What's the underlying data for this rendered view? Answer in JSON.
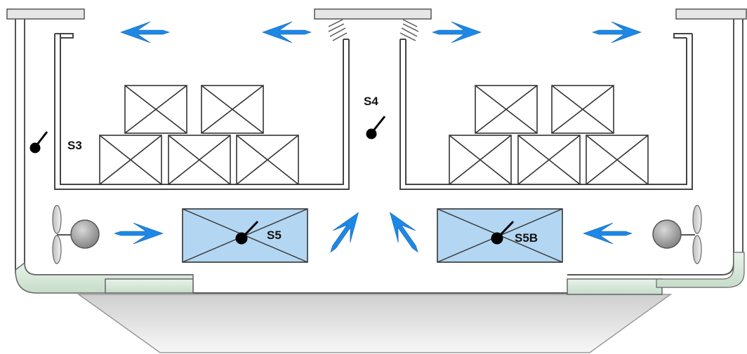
{
  "sensors": [
    {
      "id": "s3",
      "label": "S3"
    },
    {
      "id": "s4",
      "label": "S4"
    },
    {
      "id": "s5",
      "label": "S5"
    },
    {
      "id": "s5b",
      "label": "S5B"
    }
  ],
  "colors": {
    "airflow_arrow": "#1e88e5",
    "coil_fill": "#b3d6f2",
    "duct_fill": "#d9eadc",
    "fan_motor": "#9e9e9e",
    "outline": "#444444",
    "sensor": "#000000"
  },
  "legend": {
    "airflow": "blue-arrow-icon",
    "sensor": "thermometer-probe-icon",
    "fan": "fan-icon",
    "cargo": "crate-icon"
  }
}
